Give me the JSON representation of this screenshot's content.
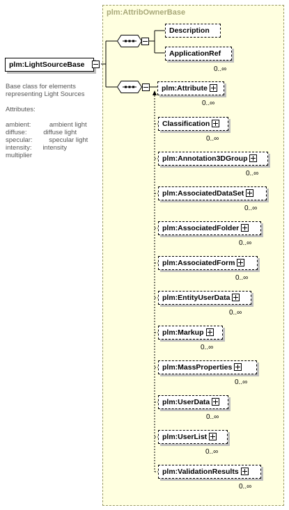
{
  "base_group": {
    "title": "plm:AttribOwnerBase"
  },
  "root": {
    "name": "plm:LightSourceBase",
    "documentation": [
      "Base class for elements",
      "representing Light Sources",
      "",
      "Attributes:",
      "",
      "ambient:          ambient light",
      "diffuse:         diffuse light",
      "specular:         specular light",
      "intensity:      intensity",
      "multiplier"
    ]
  },
  "first_sequence": {
    "elements": [
      {
        "name": "Description",
        "occurrence": ""
      },
      {
        "name": "ApplicationRef",
        "occurrence": "0..∞"
      }
    ]
  },
  "second_sequence": {
    "elements": [
      {
        "name": "plm:Attribute",
        "occurrence": "0..∞"
      },
      {
        "name": "Classification",
        "occurrence": "0..∞"
      },
      {
        "name": "plm:Annotation3DGroup",
        "occurrence": "0..∞"
      },
      {
        "name": "plm:AssociatedDataSet",
        "occurrence": "0..∞"
      },
      {
        "name": "plm:AssociatedFolder",
        "occurrence": "0..∞"
      },
      {
        "name": "plm:AssociatedForm",
        "occurrence": "0..∞"
      },
      {
        "name": "plm:EntityUserData",
        "occurrence": "0..∞"
      },
      {
        "name": "plm:Markup",
        "occurrence": "0..∞"
      },
      {
        "name": "plm:MassProperties",
        "occurrence": "0..∞"
      },
      {
        "name": "plm:UserData",
        "occurrence": "0..∞"
      },
      {
        "name": "plm:UserList",
        "occurrence": "0..∞"
      },
      {
        "name": "plm:ValidationResults",
        "occurrence": "0..∞"
      }
    ]
  }
}
